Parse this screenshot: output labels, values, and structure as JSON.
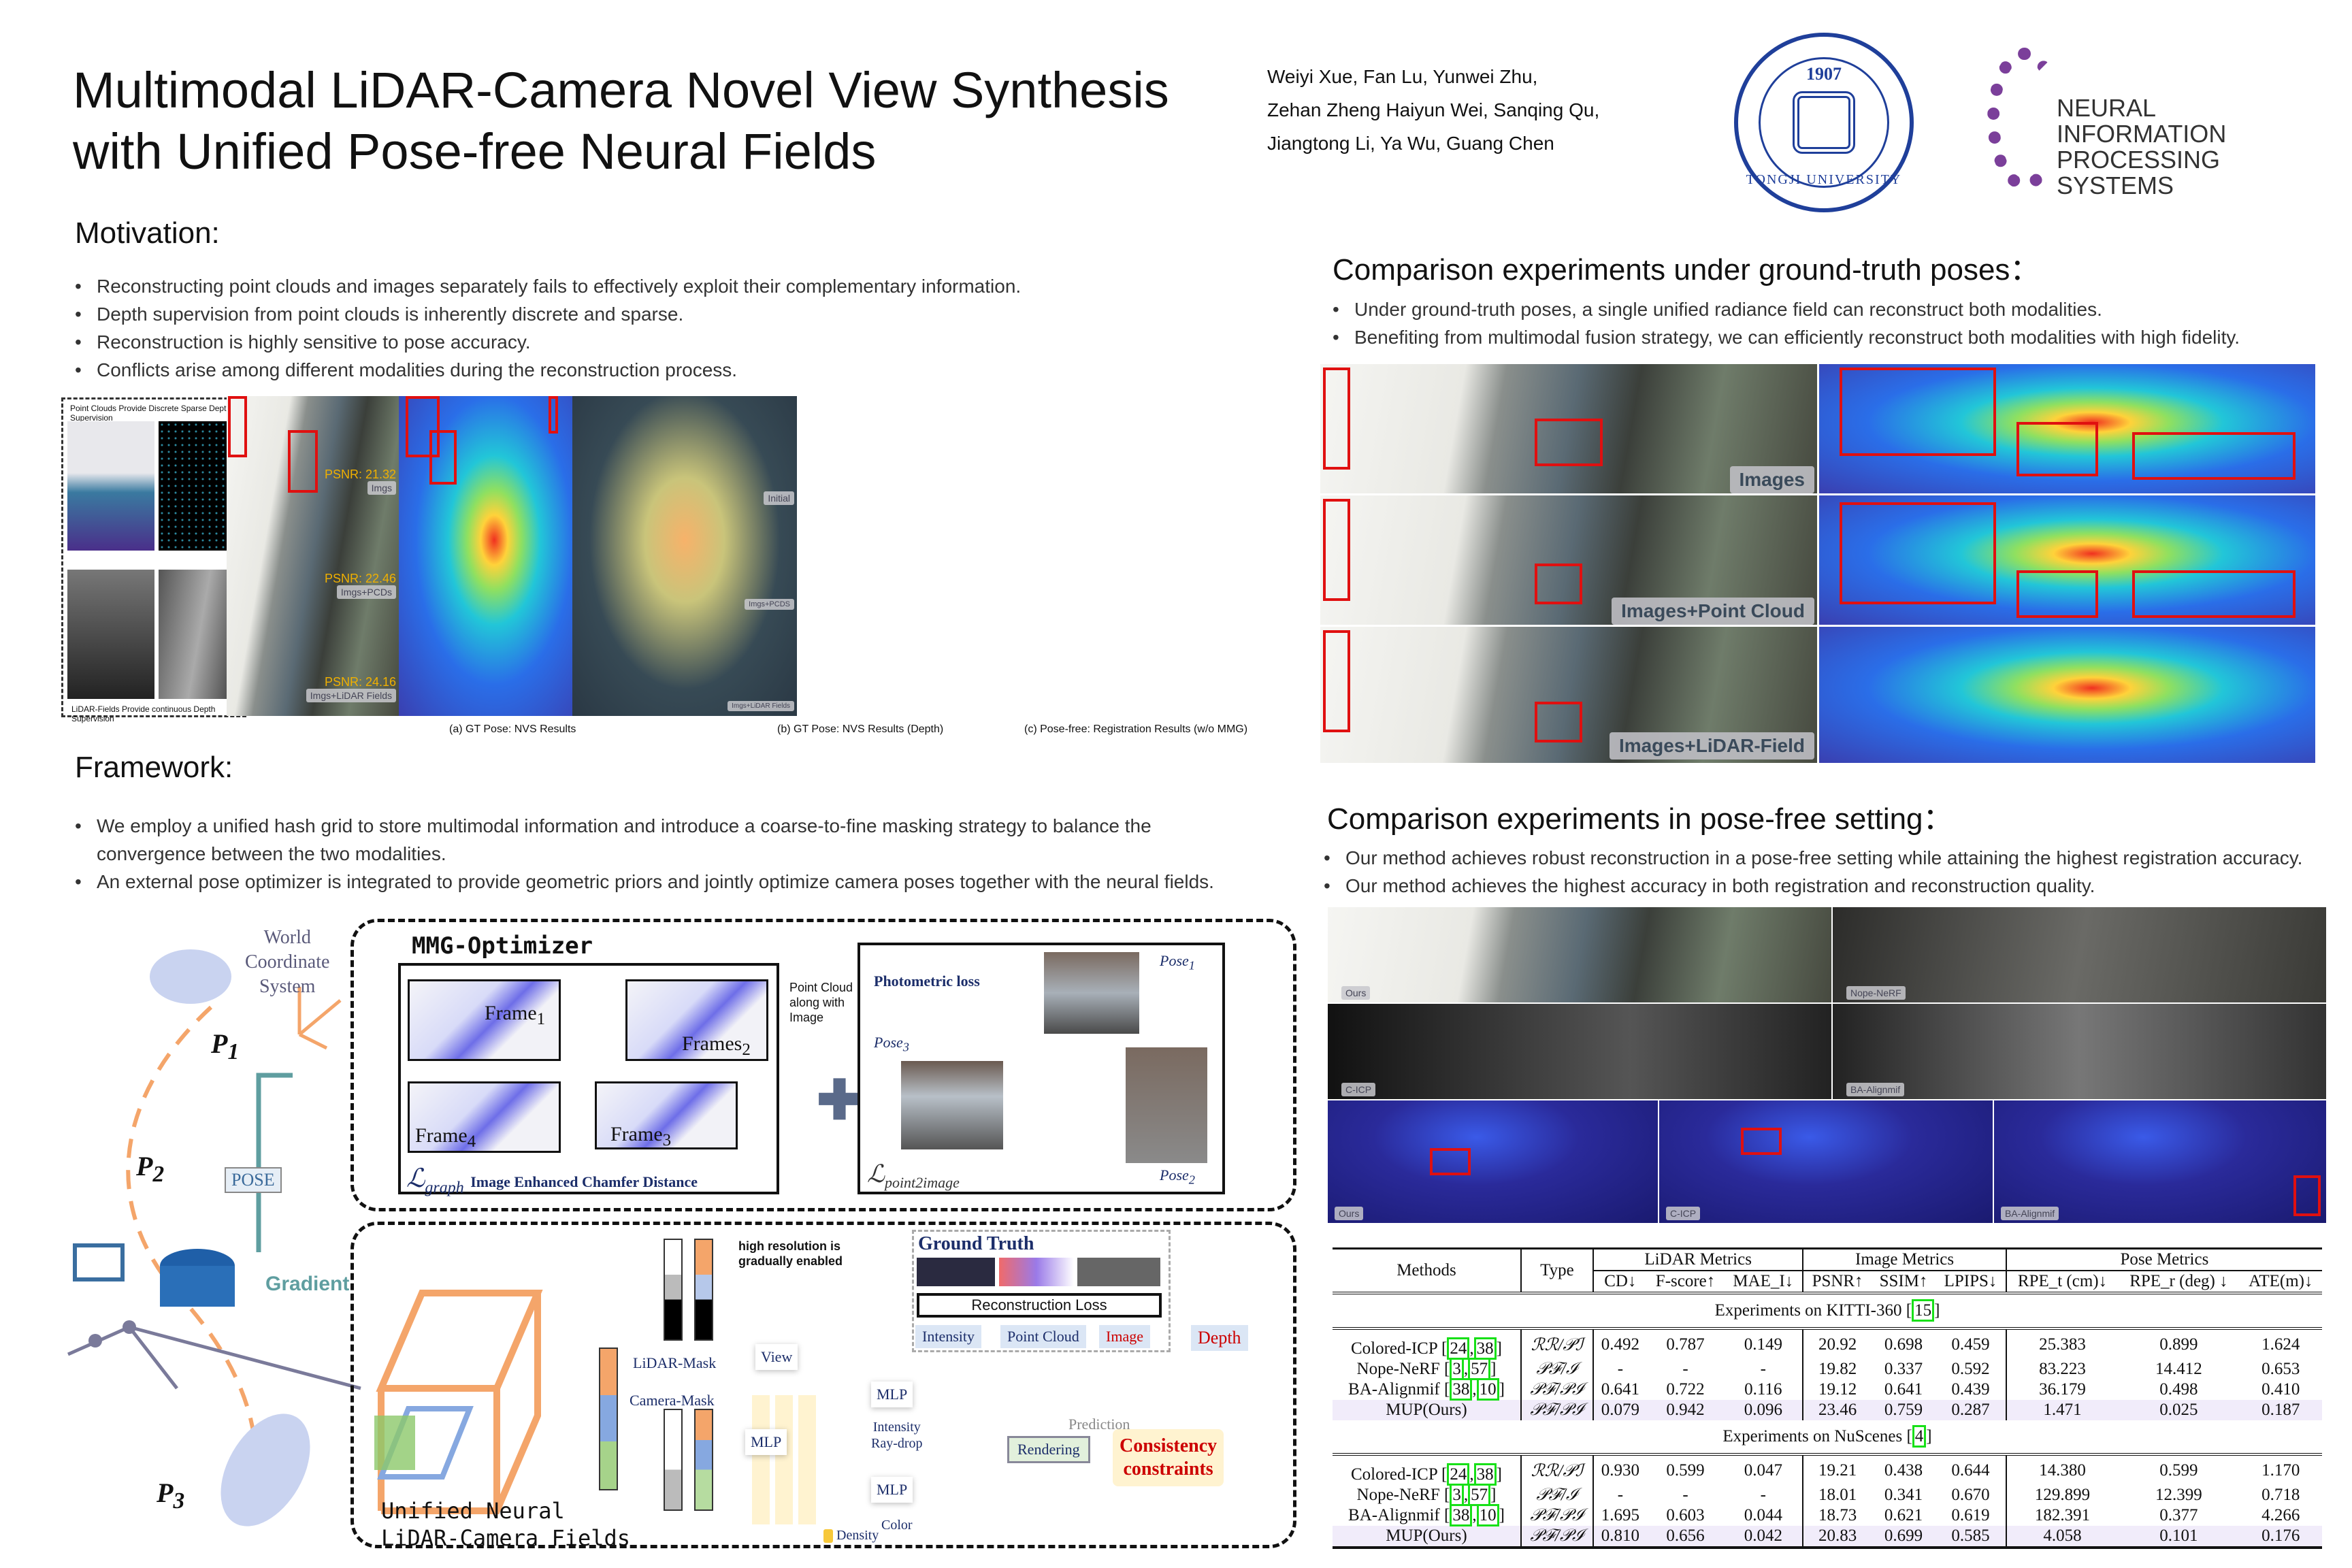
{
  "title": [
    "Multimodal LiDAR-Camera Novel View Synthesis",
    "with Unified Pose-free Neural Fields"
  ],
  "authors": [
    "Weiyi Xue, Fan Lu, Yunwei Zhu,",
    "Zehan Zheng  Haiyun Wei, Sanqing Qu,",
    "Jiangtong Li, Ya Wu, Guang Chen"
  ],
  "logos": {
    "tongji": {
      "year": "1907",
      "name": "TONGJI UNIVERSITY"
    },
    "neurips": [
      "NEURAL INFORMATION",
      "PROCESSING SYSTEMS"
    ]
  },
  "motivation": {
    "heading": "Motivation:",
    "bullets": [
      "Reconstructing point clouds and images separately fails to effectively  exploit their complementary information.",
      "Depth supervision from point clouds is inherently discrete and sparse.",
      "Reconstruction is highly sensitive to pose accuracy.",
      "Conflicts arise among different modalities during the reconstruction process."
    ]
  },
  "fig1": {
    "top_label": "Point Clouds Provide Discrete Sparse Depth Supervision",
    "bottom_label": "LiDAR-Fields Provide continuous Depth Supervision",
    "psnr": [
      "PSNR: 21.32",
      "PSNR: 22.46",
      "PSNR: 24.16"
    ],
    "rgb_tags": [
      "Imgs",
      "Imgs+PCDs",
      "Imgs+LiDAR Fields"
    ],
    "reg_tags": [
      "Initial",
      "Imgs+PCDS",
      "Imgs+LiDAR Fields"
    ],
    "captions": [
      "(a) GT Pose: NVS Results",
      "(b) GT Pose: NVS Results (Depth)",
      "(c) Pose-free: Registration Results (w/o MMG)"
    ]
  },
  "framework": {
    "heading": "Framework:",
    "bullets": [
      "We employ a unified hash grid to store multimodal information and introduce a coarse-to-fine  masking strategy to balance the convergence between the two modalities.",
      "An external pose optimizer is integrated to provide geometric priors and jointly optimize camera poses together with the neural fields."
    ]
  },
  "diagram": {
    "world": [
      "World",
      "Coordinate",
      "System"
    ],
    "poses": [
      "P",
      "1",
      "P",
      "2",
      "P",
      "3"
    ],
    "pose_box": "POSE",
    "gradient": "Gradient",
    "mmg": "MMG-Optimizer",
    "frames": [
      "Frame",
      "1",
      "Frames",
      "2",
      "Frame",
      "4",
      "Frame",
      "3"
    ],
    "pc_note": [
      "Point Cloud",
      "along with",
      "Image"
    ],
    "lgraph": "ℒ",
    "lgraph_sub": "graph",
    "chamfer": "Image Enhanced Chamfer Distance",
    "photometric": "Photometric loss",
    "pose_labels": [
      "Pose",
      "1",
      "Pose",
      "3",
      "Pose",
      "2"
    ],
    "lp2i": "ℒ",
    "lp2i_sub": "point2image",
    "hires": [
      "high resolution is",
      "gradually enabled"
    ],
    "lidar_mask": "LiDAR-Mask",
    "camera_mask": "Camera-Mask",
    "view": "View",
    "mlp": "MLP",
    "intensity_raydrop": [
      "Intensity",
      "Ray-drop"
    ],
    "color": "Color",
    "density": "Density",
    "gt": "Ground Truth",
    "recon_loss": "Reconstruction Loss",
    "outputs": [
      "Intensity",
      "Point Cloud",
      "Image",
      "Depth"
    ],
    "prediction": "Prediction",
    "rendering": "Rendering",
    "consistency": [
      "Consistency",
      "constraints"
    ],
    "unified": [
      "Unified Neural",
      "LiDAR-Camera Fields"
    ]
  },
  "gt_compare": {
    "heading": "Comparison experiments under ground-truth poses：",
    "bullets": [
      "Under ground-truth poses, a single unified radiance field can reconstruct both modalities.",
      "Benefiting from multimodal fusion strategy, we can efficiently  reconstruct both modalities with high fidelity."
    ],
    "tags": [
      "Images",
      "Images+Point Cloud",
      "Images+LiDAR-Field"
    ]
  },
  "pf_compare": {
    "heading": "Comparison experiments in pose-free setting：",
    "bullets": [
      "Our method achieves robust reconstruction in a pose-free  setting while attaining the highest registration accuracy.",
      "Our method achieves the highest accuracy in both registration and reconstruction quality."
    ],
    "tags": [
      "Ours",
      "Nope-NeRF",
      "C-ICP",
      "BA-Alignmif",
      "Ours",
      "C-ICP",
      "BA-Alignmif"
    ]
  },
  "table": {
    "head1": [
      "Methods",
      "Type",
      "LiDAR Metrics",
      "Image Metrics",
      "Pose Metrics"
    ],
    "head2": [
      "CD↓",
      "F-score↑",
      "MAE_I↓",
      "PSNR↑",
      "SSIM↑",
      "LPIPS↓",
      "RPE_t (cm)↓",
      "RPE_r (deg) ↓",
      "ATE(m)↓"
    ],
    "sections": [
      {
        "title": "Experiments on KITTI-360",
        "cite": "15",
        "rows": [
          {
            "method": "Colored-ICP",
            "cites": [
              "24",
              "38"
            ],
            "type": "ℛℛ/𝒫ℐ",
            "values": [
              "0.492",
              "0.787",
              "0.149",
              "20.92",
              "0.698",
              "0.459",
              "25.383",
              "0.899",
              "1.624"
            ]
          },
          {
            "method": "Nope-NeRF",
            "cites": [
              "3",
              "57"
            ],
            "type": "𝒫ℱ/ℐ",
            "values": [
              "-",
              "-",
              "-",
              "19.82",
              "0.337",
              "0.592",
              "83.223",
              "14.412",
              "0.653"
            ]
          },
          {
            "method": "BA-Alignmif",
            "cites": [
              "38",
              "10"
            ],
            "type": "𝒫ℱ/𝒫ℐ",
            "values": [
              "0.641",
              "0.722",
              "0.116",
              "19.12",
              "0.641",
              "0.439",
              "36.179",
              "0.498",
              "0.410"
            ]
          },
          {
            "method": "MUP(Ours)",
            "cites": [],
            "type": "𝒫ℱ/𝒫ℐ",
            "values": [
              "0.079",
              "0.942",
              "0.096",
              "23.46",
              "0.759",
              "0.287",
              "1.471",
              "0.025",
              "0.187"
            ]
          }
        ]
      },
      {
        "title": "Experiments on NuScenes",
        "cite": "4",
        "rows": [
          {
            "method": "Colored-ICP",
            "cites": [
              "24",
              "38"
            ],
            "type": "ℛℛ/𝒫ℐ",
            "values": [
              "0.930",
              "0.599",
              "0.047",
              "19.21",
              "0.438",
              "0.644",
              "14.380",
              "0.599",
              "1.170"
            ]
          },
          {
            "method": "Nope-NeRF",
            "cites": [
              "3",
              "57"
            ],
            "type": "𝒫ℱ/ℐ",
            "values": [
              "-",
              "-",
              "-",
              "18.01",
              "0.341",
              "0.670",
              "129.899",
              "12.399",
              "0.718"
            ]
          },
          {
            "method": "BA-Alignmif",
            "cites": [
              "38",
              "10"
            ],
            "type": "𝒫ℱ/𝒫ℐ",
            "values": [
              "1.695",
              "0.603",
              "0.044",
              "18.73",
              "0.621",
              "0.619",
              "182.391",
              "0.377",
              "4.266"
            ]
          },
          {
            "method": "MUP(Ours)",
            "cites": [],
            "type": "𝒫ℱ/𝒫ℐ",
            "values": [
              "0.810",
              "0.656",
              "0.042",
              "20.83",
              "0.699",
              "0.585",
              "4.058",
              "0.101",
              "0.176"
            ]
          }
        ]
      }
    ]
  }
}
